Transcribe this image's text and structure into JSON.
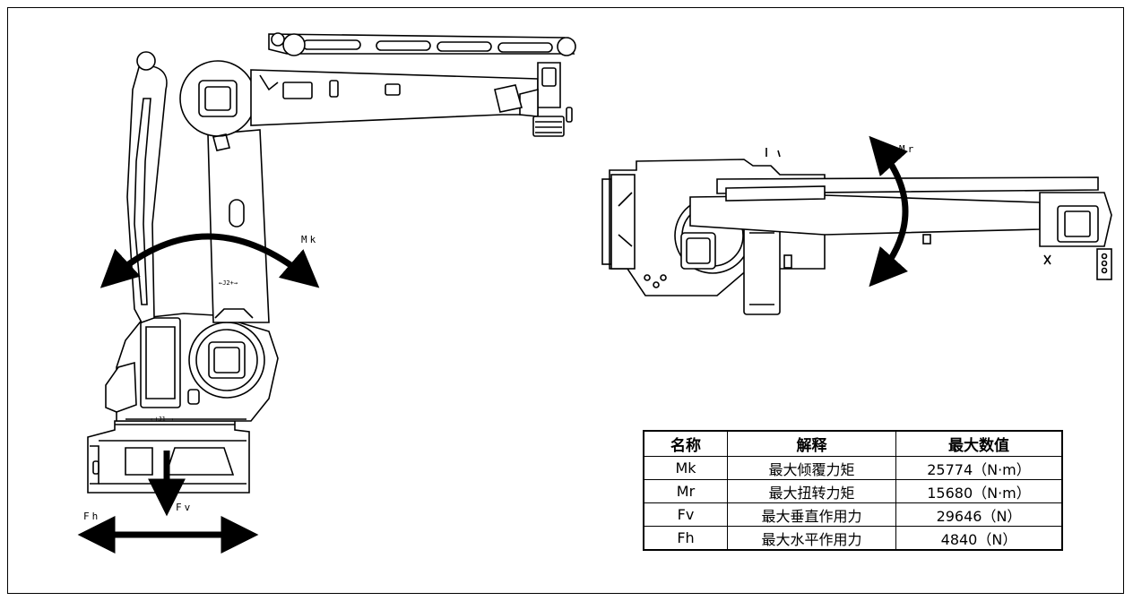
{
  "labels": {
    "mk": "Mk",
    "mr": "Mr",
    "fv": "Fv",
    "fh": "Fh",
    "j1": "←+J1−→",
    "j2": "←J2+→"
  },
  "table": {
    "headers": [
      "名称",
      "解释",
      "最大数值"
    ],
    "rows": [
      [
        "Mk",
        "最大倾覆力矩",
        "25774（N·m）"
      ],
      [
        "Mr",
        "最大扭转力矩",
        "15680（N·m）"
      ],
      [
        "Fv",
        "最大垂直作用力",
        "29646（N）"
      ],
      [
        "Fh",
        "最大水平作用力",
        "4840（N）"
      ]
    ]
  }
}
